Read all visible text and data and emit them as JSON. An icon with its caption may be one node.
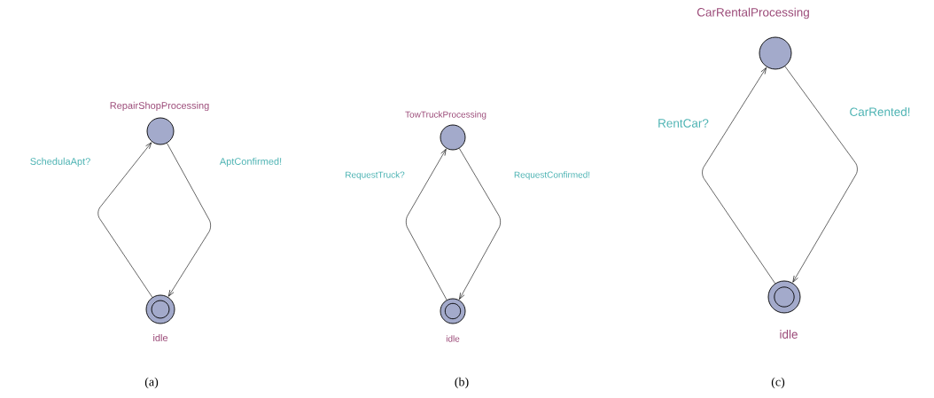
{
  "diagram": {
    "nodes": [
      {
        "text": [
          "RepairShopProcessing"
        ]
      },
      {
        "text": [
          "idle"
        ]
      },
      {
        "text": [
          "TowTruckProcessing"
        ]
      },
      {
        "text": [
          "idle"
        ]
      },
      {
        "text": [
          "CarRentalProcessing"
        ]
      },
      {
        "text": [
          "idle"
        ]
      }
    ],
    "edges": [
      {
        "from": 1,
        "to": 0,
        "arrow": "to",
        "label": "SchedulaApt?"
      },
      {
        "from": 0,
        "to": 1,
        "arrow": "to",
        "label": "AptConfirmed!"
      },
      {
        "from": 3,
        "to": 2,
        "arrow": "to",
        "label": "RequestTruck?"
      },
      {
        "from": 2,
        "to": 3,
        "arrow": "to",
        "label": "RequestConfirmed!"
      },
      {
        "from": 5,
        "to": 4,
        "arrow": "to",
        "label": "RentCar?"
      },
      {
        "from": 4,
        "to": 5,
        "arrow": "to",
        "label": "CarRented!"
      }
    ],
    "labels": [
      "(a)",
      "(b)",
      "(c)"
    ]
  }
}
